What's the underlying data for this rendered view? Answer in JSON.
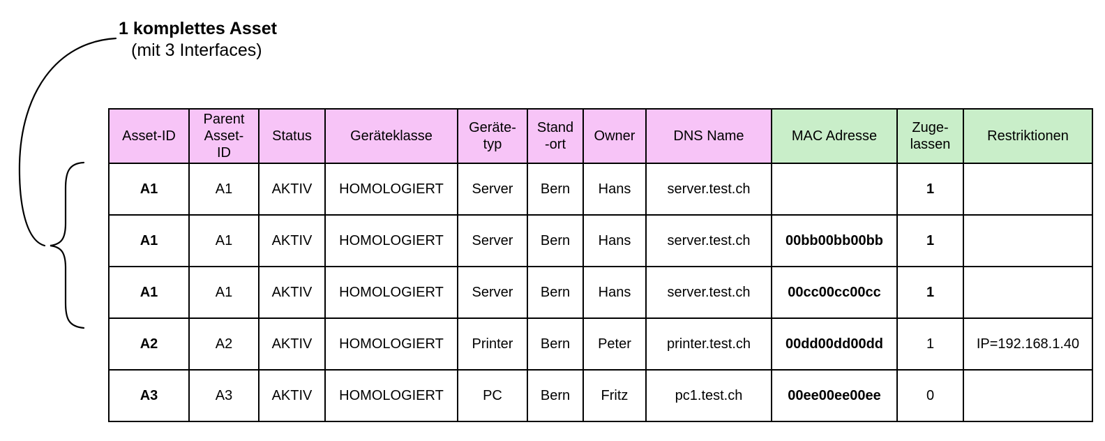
{
  "annotation": {
    "line1": "1 komplettes Asset",
    "line2": "(mit 3 Interfaces)"
  },
  "colors": {
    "header_pink": "#f7c4f7",
    "header_green": "#c9eec9",
    "cell_gray_light": "#e0e0e0",
    "cell_gray_dark": "#b0b0b0",
    "border": "#000000"
  },
  "table": {
    "columns": [
      {
        "id": "asset-id",
        "label": "Asset-ID",
        "group": "pink",
        "bold": true
      },
      {
        "id": "parent-asset-id",
        "label": "Parent\nAsset-\nID",
        "group": "pink",
        "bold": false
      },
      {
        "id": "status",
        "label": "Status",
        "group": "pink",
        "bold": false
      },
      {
        "id": "geraeteklasse",
        "label": "Geräteklasse",
        "group": "pink",
        "bold": false
      },
      {
        "id": "geraetetyp",
        "label": "Geräte-\ntyp",
        "group": "pink",
        "bold": false
      },
      {
        "id": "standort",
        "label": "Stand\n-ort",
        "group": "pink",
        "bold": false
      },
      {
        "id": "owner",
        "label": "Owner",
        "group": "pink",
        "bold": false
      },
      {
        "id": "dns-name",
        "label": "DNS Name",
        "group": "pink",
        "bold": false
      },
      {
        "id": "mac-adresse",
        "label": "MAC Adresse",
        "group": "green",
        "bold": true
      },
      {
        "id": "zugelassen",
        "label": "Zuge-\nlassen",
        "group": "green",
        "bold": false
      },
      {
        "id": "restriktionen",
        "label": "Restriktionen",
        "group": "green",
        "bold": false
      }
    ],
    "rows": [
      {
        "cells": [
          {
            "text": "A1",
            "bold": true,
            "bg": "light"
          },
          {
            "text": "A1",
            "bold": false,
            "bg": "none"
          },
          {
            "text": "AKTIV",
            "bold": false,
            "bg": "none"
          },
          {
            "text": "HOMOLOGIERT",
            "bold": false,
            "bg": "none"
          },
          {
            "text": "Server",
            "bold": false,
            "bg": "none"
          },
          {
            "text": "Bern",
            "bold": false,
            "bg": "none"
          },
          {
            "text": "Hans",
            "bold": false,
            "bg": "none"
          },
          {
            "text": "server.test.ch",
            "bold": false,
            "bg": "none"
          },
          {
            "text": "",
            "bold": false,
            "bg": "light"
          },
          {
            "text": "1",
            "bold": true,
            "bg": "none"
          },
          {
            "text": "",
            "bold": false,
            "bg": "none"
          }
        ]
      },
      {
        "cells": [
          {
            "text": "A1",
            "bold": true,
            "bg": "light"
          },
          {
            "text": "A1",
            "bold": false,
            "bg": "none"
          },
          {
            "text": "AKTIV",
            "bold": false,
            "bg": "none"
          },
          {
            "text": "HOMOLOGIERT",
            "bold": false,
            "bg": "none"
          },
          {
            "text": "Server",
            "bold": false,
            "bg": "none"
          },
          {
            "text": "Bern",
            "bold": false,
            "bg": "none"
          },
          {
            "text": "Hans",
            "bold": false,
            "bg": "none"
          },
          {
            "text": "server.test.ch",
            "bold": false,
            "bg": "none"
          },
          {
            "text": "00bb00bb00bb",
            "bold": true,
            "bg": "dark"
          },
          {
            "text": "1",
            "bold": true,
            "bg": "none"
          },
          {
            "text": "",
            "bold": false,
            "bg": "none"
          }
        ]
      },
      {
        "cells": [
          {
            "text": "A1",
            "bold": true,
            "bg": "light"
          },
          {
            "text": "A1",
            "bold": false,
            "bg": "none"
          },
          {
            "text": "AKTIV",
            "bold": false,
            "bg": "none"
          },
          {
            "text": "HOMOLOGIERT",
            "bold": false,
            "bg": "none"
          },
          {
            "text": "Server",
            "bold": false,
            "bg": "none"
          },
          {
            "text": "Bern",
            "bold": false,
            "bg": "none"
          },
          {
            "text": "Hans",
            "bold": false,
            "bg": "none"
          },
          {
            "text": "server.test.ch",
            "bold": false,
            "bg": "none"
          },
          {
            "text": "00cc00cc00cc",
            "bold": true,
            "bg": "dark"
          },
          {
            "text": "1",
            "bold": true,
            "bg": "none"
          },
          {
            "text": "",
            "bold": false,
            "bg": "none"
          }
        ]
      },
      {
        "cells": [
          {
            "text": "A2",
            "bold": true,
            "bg": "none"
          },
          {
            "text": "A2",
            "bold": false,
            "bg": "none"
          },
          {
            "text": "AKTIV",
            "bold": false,
            "bg": "none"
          },
          {
            "text": "HOMOLOGIERT",
            "bold": false,
            "bg": "none"
          },
          {
            "text": "Printer",
            "bold": false,
            "bg": "none"
          },
          {
            "text": "Bern",
            "bold": false,
            "bg": "none"
          },
          {
            "text": "Peter",
            "bold": false,
            "bg": "none"
          },
          {
            "text": "printer.test.ch",
            "bold": false,
            "bg": "none"
          },
          {
            "text": "00dd00dd00dd",
            "bold": true,
            "bg": "none"
          },
          {
            "text": "1",
            "bold": false,
            "bg": "none"
          },
          {
            "text": "IP=192.168.1.40",
            "bold": false,
            "bg": "none"
          }
        ]
      },
      {
        "cells": [
          {
            "text": "A3",
            "bold": true,
            "bg": "none"
          },
          {
            "text": "A3",
            "bold": false,
            "bg": "none"
          },
          {
            "text": "AKTIV",
            "bold": false,
            "bg": "none"
          },
          {
            "text": "HOMOLOGIERT",
            "bold": false,
            "bg": "none"
          },
          {
            "text": "PC",
            "bold": false,
            "bg": "none"
          },
          {
            "text": "Bern",
            "bold": false,
            "bg": "none"
          },
          {
            "text": "Fritz",
            "bold": false,
            "bg": "none"
          },
          {
            "text": "pc1.test.ch",
            "bold": false,
            "bg": "none"
          },
          {
            "text": "00ee00ee00ee",
            "bold": true,
            "bg": "none"
          },
          {
            "text": "0",
            "bold": false,
            "bg": "none"
          },
          {
            "text": "",
            "bold": false,
            "bg": "none"
          }
        ]
      }
    ]
  }
}
